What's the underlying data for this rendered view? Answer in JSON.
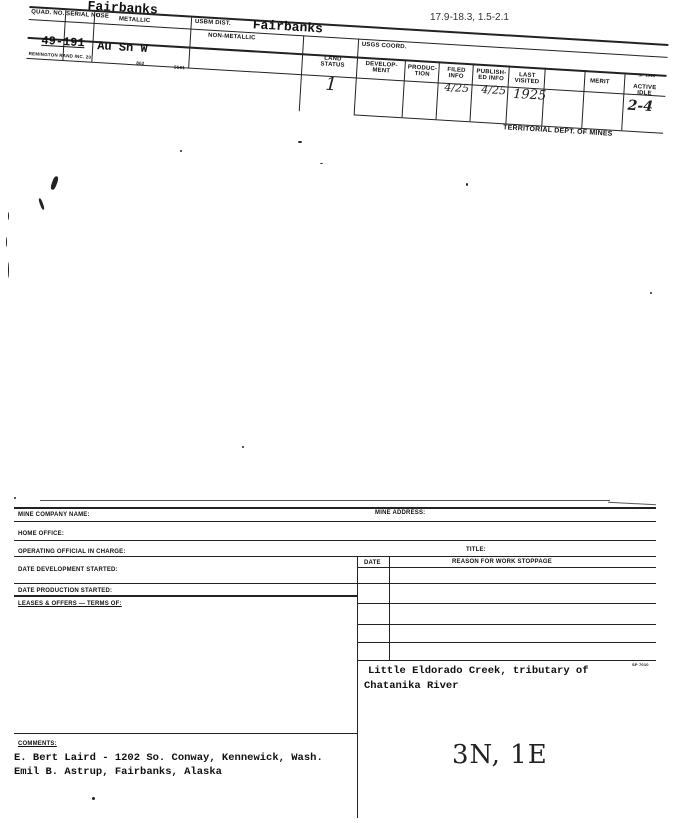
{
  "ref_code": "17.9-18.3, 1.5-2.1",
  "top_card": {
    "district_typed": "Fairbanks",
    "quad_no_label": "QUAD. NO.",
    "serial_no_label": "SERIAL NO.",
    "use_label": "USE",
    "metallic_label": "METALLIC",
    "non_metallic_label": "NON-METALLIC",
    "usbm_dist_label": "USBM DIST.",
    "usbm_dist_value": "Fairbanks",
    "usgs_coord_label": "USGS COORD.",
    "land_status_label": "LAND STATUS",
    "develop_label": "DEVELOP-MENT",
    "production_label": "PRODUC-TION",
    "filed_info_label": "FILED INFO",
    "published_info_label": "PUBLISH-ED INFO",
    "last_visited_label": "LAST VISITED",
    "merit_label": "MERIT",
    "active_idle_label": "ACTIVE IDLE",
    "form_no": "SP 1914",
    "quad_serial_value": "49-191",
    "commodities_value": "Au Sn W",
    "printer_imprint": "REMINGTON RAND INC. 20",
    "imprint_num_1": "862",
    "imprint_num_2": "5501",
    "land_status_value": "1",
    "filed_info_value": "4/25",
    "published_info_value": "4/25",
    "last_visited_value": "1925",
    "active_idle_value": "2-4",
    "footer": "TERRITORIAL DEPT. OF MINES"
  },
  "bottom_card": {
    "mine_company_label": "MINE COMPANY NAME:",
    "mine_address_label": "MINE ADDRESS:",
    "home_office_label": "HOME OFFICE:",
    "operating_official_label": "OPERATING OFFICIAL IN CHARGE:",
    "title_label": "TITLE:",
    "date_dev_label": "DATE DEVELOPMENT STARTED:",
    "date_col_label": "DATE",
    "reason_label": "REASON FOR WORK STOPPAGE",
    "date_prod_label": "DATE PRODUCTION STARTED:",
    "leases_label": "LEASES & OFFERS — TERMS OF:",
    "location_line1": "Little Eldorado Creek, tributary of",
    "location_line2": "Chatanika River",
    "form_no": "SP 7010",
    "comments_label": "COMMENTS:",
    "comment_line1": "E. Bert Laird - 1202 So. Conway, Kennewick, Wash.",
    "comment_line2": "Emil B. Astrup, Fairbanks, Alaska",
    "handwritten_coord": "3N, 1E"
  }
}
